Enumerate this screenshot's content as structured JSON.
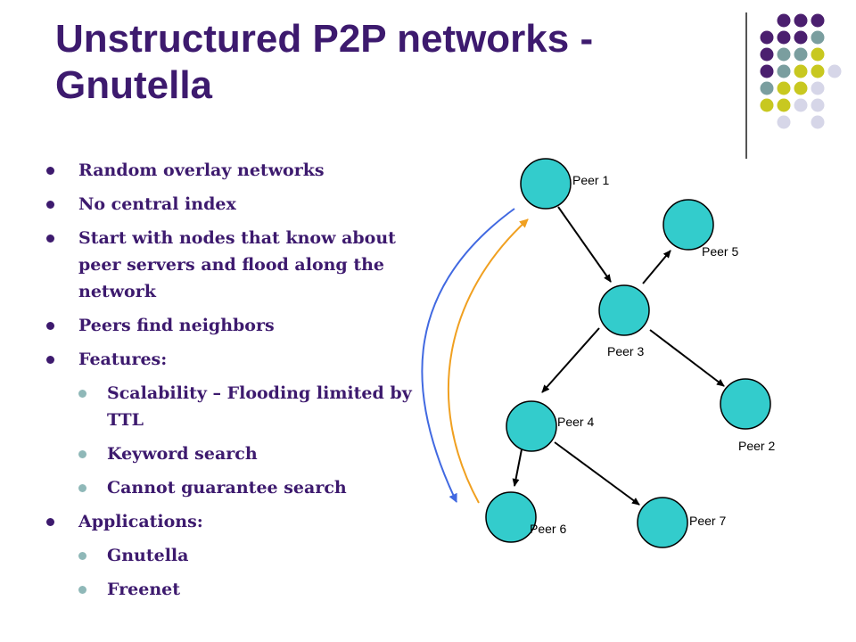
{
  "title": "Unstructured P2P networks - Gnutella",
  "bullets": [
    {
      "text": "Random overlay networks",
      "level": 1
    },
    {
      "text": "No central index",
      "level": 1
    },
    {
      "text": "Start with nodes that know about peer servers and flood along the network",
      "level": 1
    },
    {
      "text": "Peers find neighbors",
      "level": 1
    },
    {
      "text": "Features:",
      "level": 1
    },
    {
      "text": "Scalability – Flooding limited by TTL",
      "level": 2
    },
    {
      "text": "Keyword search",
      "level": 2
    },
    {
      "text": "Cannot guarantee search",
      "level": 2
    },
    {
      "text": "Applications:",
      "level": 1
    },
    {
      "text": "Gnutella",
      "level": 2
    },
    {
      "text": "Freenet",
      "level": 2
    }
  ],
  "diagram": {
    "nodes": [
      {
        "id": "p1",
        "label": "Peer 1"
      },
      {
        "id": "p5",
        "label": "Peer 5"
      },
      {
        "id": "p3",
        "label": "Peer 3"
      },
      {
        "id": "p2",
        "label": "Peer 2"
      },
      {
        "id": "p4",
        "label": "Peer 4"
      },
      {
        "id": "p6",
        "label": "Peer 6"
      },
      {
        "id": "p7",
        "label": "Peer 7"
      }
    ],
    "edges": [
      {
        "from": "p1",
        "to": "p3"
      },
      {
        "from": "p3",
        "to": "p5"
      },
      {
        "from": "p3",
        "to": "p4"
      },
      {
        "from": "p3",
        "to": "p2"
      },
      {
        "from": "p4",
        "to": "p6"
      },
      {
        "from": "p4",
        "to": "p7"
      }
    ],
    "colors": {
      "node_fill": "#33cccc",
      "query_arrow": "#4169e1",
      "response_arrow": "#f0a020",
      "title": "#3d1a6e"
    }
  },
  "decor": {
    "dot_colors": {
      "purple": "#4b1f6f",
      "teal": "#7a9e9f",
      "olive": "#c8c820",
      "lavender": "#d6d6e8"
    }
  }
}
